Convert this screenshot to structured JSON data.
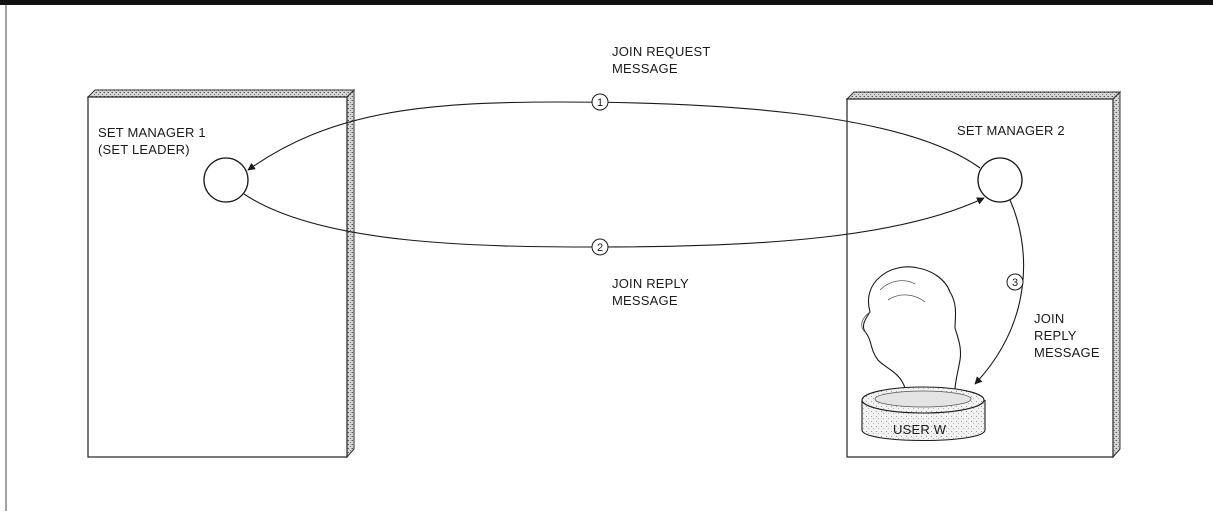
{
  "left_box": {
    "title_line1": "SET MANAGER 1",
    "title_line2": "(SET LEADER)"
  },
  "right_box": {
    "title": "SET MANAGER 2"
  },
  "messages": [
    {
      "number": "1",
      "line1": "JOIN REQUEST",
      "line2": "MESSAGE"
    },
    {
      "number": "2",
      "line1": "JOIN REPLY",
      "line2": "MESSAGE"
    },
    {
      "number": "3",
      "line1": "JOIN",
      "line2": "REPLY",
      "line3": "MESSAGE"
    }
  ],
  "user": {
    "label": "USER W"
  }
}
